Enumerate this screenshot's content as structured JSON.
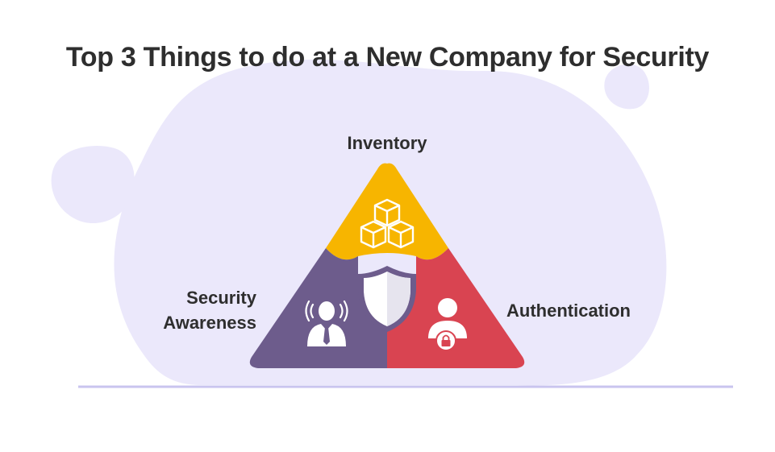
{
  "title": "Top 3 Things to do at a New Company for Security",
  "sections": [
    {
      "id": "inventory",
      "label": "Inventory",
      "color": "#f7b500",
      "icon": "boxes-icon"
    },
    {
      "id": "awareness",
      "label_lines": [
        "Security",
        "Awareness"
      ],
      "color": "#6d5c8c",
      "icon": "person-speaking-icon"
    },
    {
      "id": "authentication",
      "label": "Authentication",
      "color": "#d94451",
      "icon": "user-lock-icon"
    }
  ],
  "center_icon": "shield-icon",
  "colors": {
    "blob": "#ebe8fb",
    "baseline": "#c9c4ef",
    "text": "#2e2e2e",
    "icon_fill": "#ffffff",
    "shield_fill": "#f1f0f5",
    "shield_border": "#6d5c8c"
  }
}
